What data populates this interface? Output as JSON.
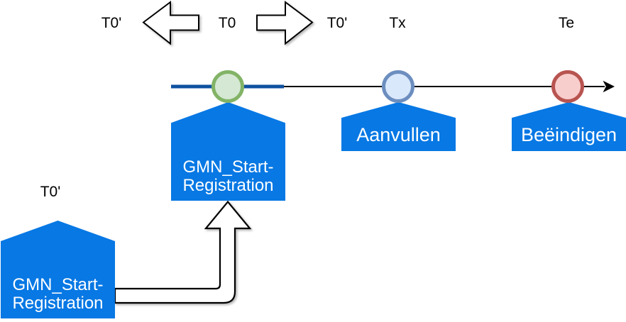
{
  "diagram_title": "timeline-registration-diagram",
  "labels": {
    "t0_prime_left": "T0'",
    "t0": "T0",
    "t0_prime_right": "T0'",
    "tx": "Tx",
    "te": "Te",
    "t0_prime_bottom": "T0'"
  },
  "events": {
    "main": {
      "line1": "GMN_Start-",
      "line2": "Registration"
    },
    "aanvullen": {
      "label": "Aanvullen"
    },
    "beeindigen": {
      "label": "Beëindigen"
    },
    "bottom": {
      "line1": "GMN_Start-",
      "line2": "Registration"
    }
  },
  "colors": {
    "event_fill": "#0778E4",
    "event_text": "#ffffff",
    "timeline_segment_blue": "#0F51A0",
    "timeline_black": "#000000",
    "milestone_green_border": "#82B366",
    "milestone_green_fill": "#D5E8D4",
    "milestone_blue_border": "#6C8EBF",
    "milestone_blue_fill": "#DAE8FC",
    "milestone_red_border": "#B85450",
    "milestone_red_fill": "#F8CECC"
  }
}
